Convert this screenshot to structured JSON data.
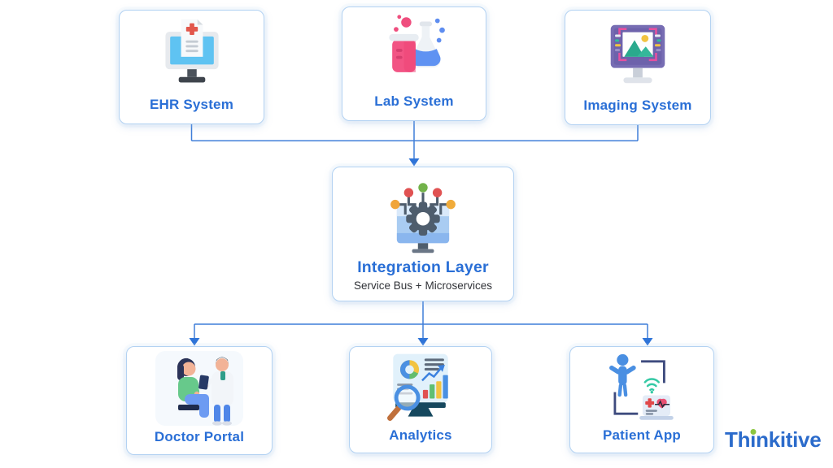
{
  "diagram": {
    "title_hint": "Healthcare integration architecture diagram",
    "nodes": {
      "ehr": {
        "label": "EHR System",
        "icon": "ehr-monitor-document-icon"
      },
      "lab": {
        "label": "Lab System",
        "icon": "lab-beaker-flask-icon"
      },
      "imaging": {
        "label": "Imaging System",
        "icon": "imaging-monitor-photo-icon"
      },
      "integration": {
        "label": "Integration Layer",
        "sublabel": "Service Bus + Microservices",
        "icon": "integration-gear-monitor-icon"
      },
      "doctor": {
        "label": "Doctor Portal",
        "icon": "doctor-patient-consult-icon"
      },
      "analytics": {
        "label": "Analytics",
        "icon": "analytics-dashboard-magnifier-icon"
      },
      "patient": {
        "label": "Patient App",
        "icon": "patient-app-health-monitor-icon"
      }
    },
    "edges": [
      {
        "from": "ehr",
        "to": "integration"
      },
      {
        "from": "lab",
        "to": "integration"
      },
      {
        "from": "imaging",
        "to": "integration"
      },
      {
        "from": "integration",
        "to": "doctor"
      },
      {
        "from": "integration",
        "to": "analytics"
      },
      {
        "from": "integration",
        "to": "patient"
      }
    ]
  },
  "branding": {
    "logo_full": "Thinkitive",
    "logo_prefix": "Th",
    "logo_i": "ı",
    "logo_suffix": "nkitive"
  },
  "colors": {
    "label_blue": "#2a6fd6",
    "subtitle_dark": "#313338",
    "box_border": "#b3d2f2",
    "connector_blue": "#3f7ed9",
    "logo_blue": "#2b6bcb",
    "logo_green": "#8cc63f"
  }
}
